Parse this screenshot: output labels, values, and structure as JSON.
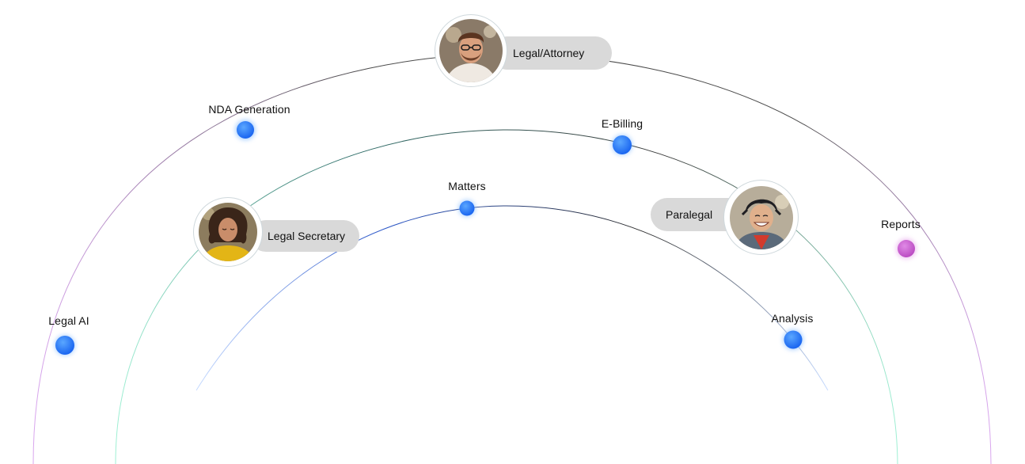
{
  "roles": [
    {
      "id": "attorney",
      "label": "Legal/Attorney",
      "icon": "person-avatar-icon"
    },
    {
      "id": "secretary",
      "label": "Legal Secretary",
      "icon": "person-avatar-icon"
    },
    {
      "id": "paralegal",
      "label": "Paralegal",
      "icon": "person-avatar-icon"
    }
  ],
  "nodes": [
    {
      "id": "nda-generation",
      "label": "NDA Generation",
      "color": "#1e6ff5"
    },
    {
      "id": "e-billing",
      "label": "E-Billing",
      "color": "#1e6ff5"
    },
    {
      "id": "matters",
      "label": "Matters",
      "color": "#1e6ff5"
    },
    {
      "id": "reports",
      "label": "Reports",
      "color": "#c05ac8"
    },
    {
      "id": "legal-ai",
      "label": "Legal AI",
      "color": "#1e6ff5"
    },
    {
      "id": "analysis",
      "label": "Analysis",
      "color": "#1e6ff5"
    }
  ]
}
